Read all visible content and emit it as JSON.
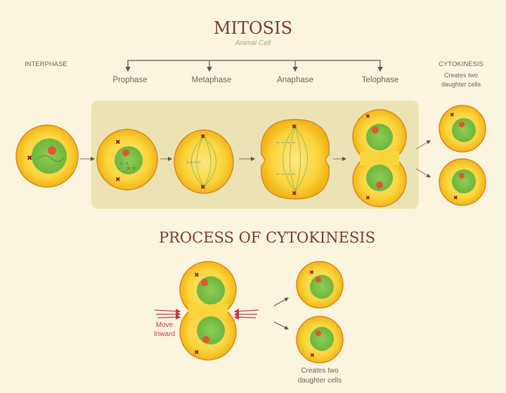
{
  "title": "MITOSIS",
  "subtitle": "Animal Cell",
  "interphase_label": "INTERPHASE",
  "phases": [
    "Prophase",
    "Metaphase",
    "Anaphase",
    "Telophase"
  ],
  "cytokinesis": {
    "label": "CYTOKINESIS",
    "desc_line1": "Creates two",
    "desc_line2": "daughter cells"
  },
  "process": {
    "title": "PROCESS OF CYTOKINESIS",
    "move_line1": "Move",
    "move_line2": "Inward",
    "result_line1": "Creates two",
    "result_line2": "daughter cells"
  },
  "colors": {
    "background": "#fbf5df",
    "panel": "#ece3b5",
    "cytoplasm": "#f6c21f",
    "membrane": "#d9891c",
    "nucleus": "#7fc24a",
    "nucleolus": "#e2552f",
    "title": "#7a3a2a",
    "inward_arrows": "#c43a4a"
  }
}
